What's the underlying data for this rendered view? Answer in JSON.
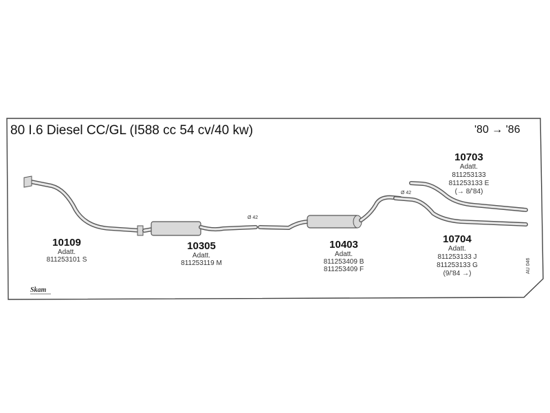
{
  "header": {
    "title": "80 I.6 Diesel CC/GL (I588 cc 54 cv/40 kw)",
    "years": "'80 → '86"
  },
  "parts": [
    {
      "number": "10109",
      "label": "Adatt.",
      "refs": [
        "811253101 S"
      ]
    },
    {
      "number": "10305",
      "label": "Adatt.",
      "refs": [
        "811253119 M"
      ]
    },
    {
      "number": "10403",
      "label": "Adatt.",
      "refs": [
        "811253409 B",
        "811253409 F"
      ]
    },
    {
      "number": "10703",
      "label": "Adatt.",
      "refs": [
        "811253133",
        "811253133 E",
        "(→ 8/'84)"
      ]
    },
    {
      "number": "10704",
      "label": "Adatt.",
      "refs": [
        "811253133 J",
        "811253133 G",
        "(9/'84 →)"
      ]
    }
  ],
  "diameters": [
    "Ø 42",
    "Ø 42"
  ],
  "side_code": "AU 046",
  "brand": "Skam"
}
